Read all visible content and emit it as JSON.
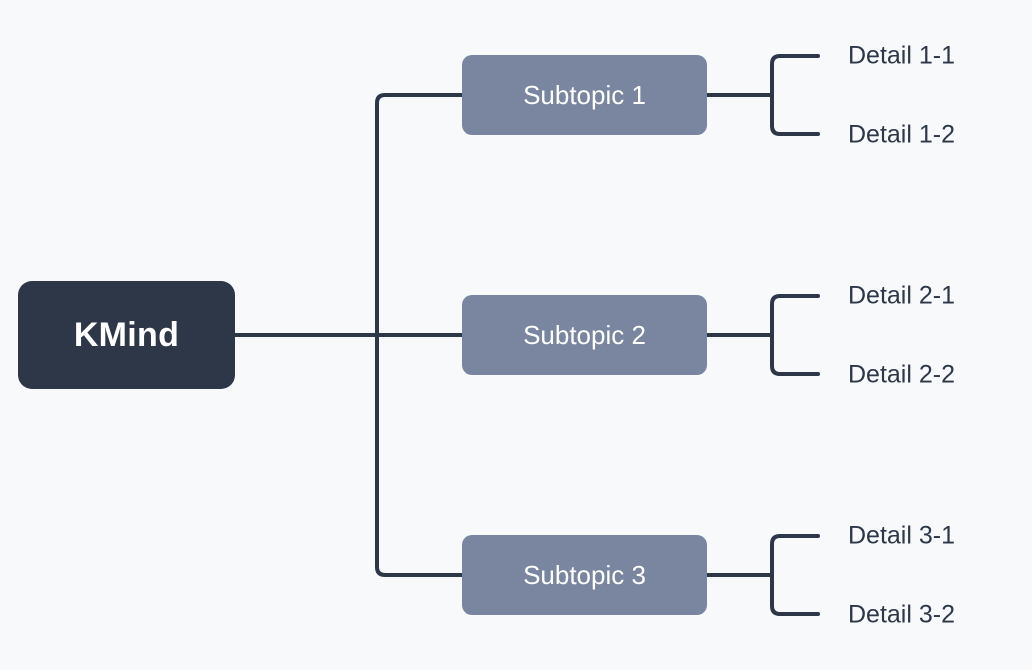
{
  "diagram": {
    "type": "mind-map",
    "orientation": "left-to-right",
    "background_color": "#f7f9fb",
    "root": {
      "label": "KMind",
      "fill_color": "#2d3748",
      "text_color": "#ffffff"
    },
    "branch_color": "#2d3748",
    "subtopic_fill_color": "#7a869f",
    "subtopic_text_color": "#ffffff",
    "detail_text_color": "#2d3748",
    "branches": [
      {
        "label": "Subtopic 1",
        "details": [
          {
            "label": "Detail 1-1"
          },
          {
            "label": "Detail 1-2"
          }
        ]
      },
      {
        "label": "Subtopic 2",
        "details": [
          {
            "label": "Detail 2-1"
          },
          {
            "label": "Detail 2-2"
          }
        ]
      },
      {
        "label": "Subtopic 3",
        "details": [
          {
            "label": "Detail 3-1"
          },
          {
            "label": "Detail 3-2"
          }
        ]
      }
    ]
  }
}
